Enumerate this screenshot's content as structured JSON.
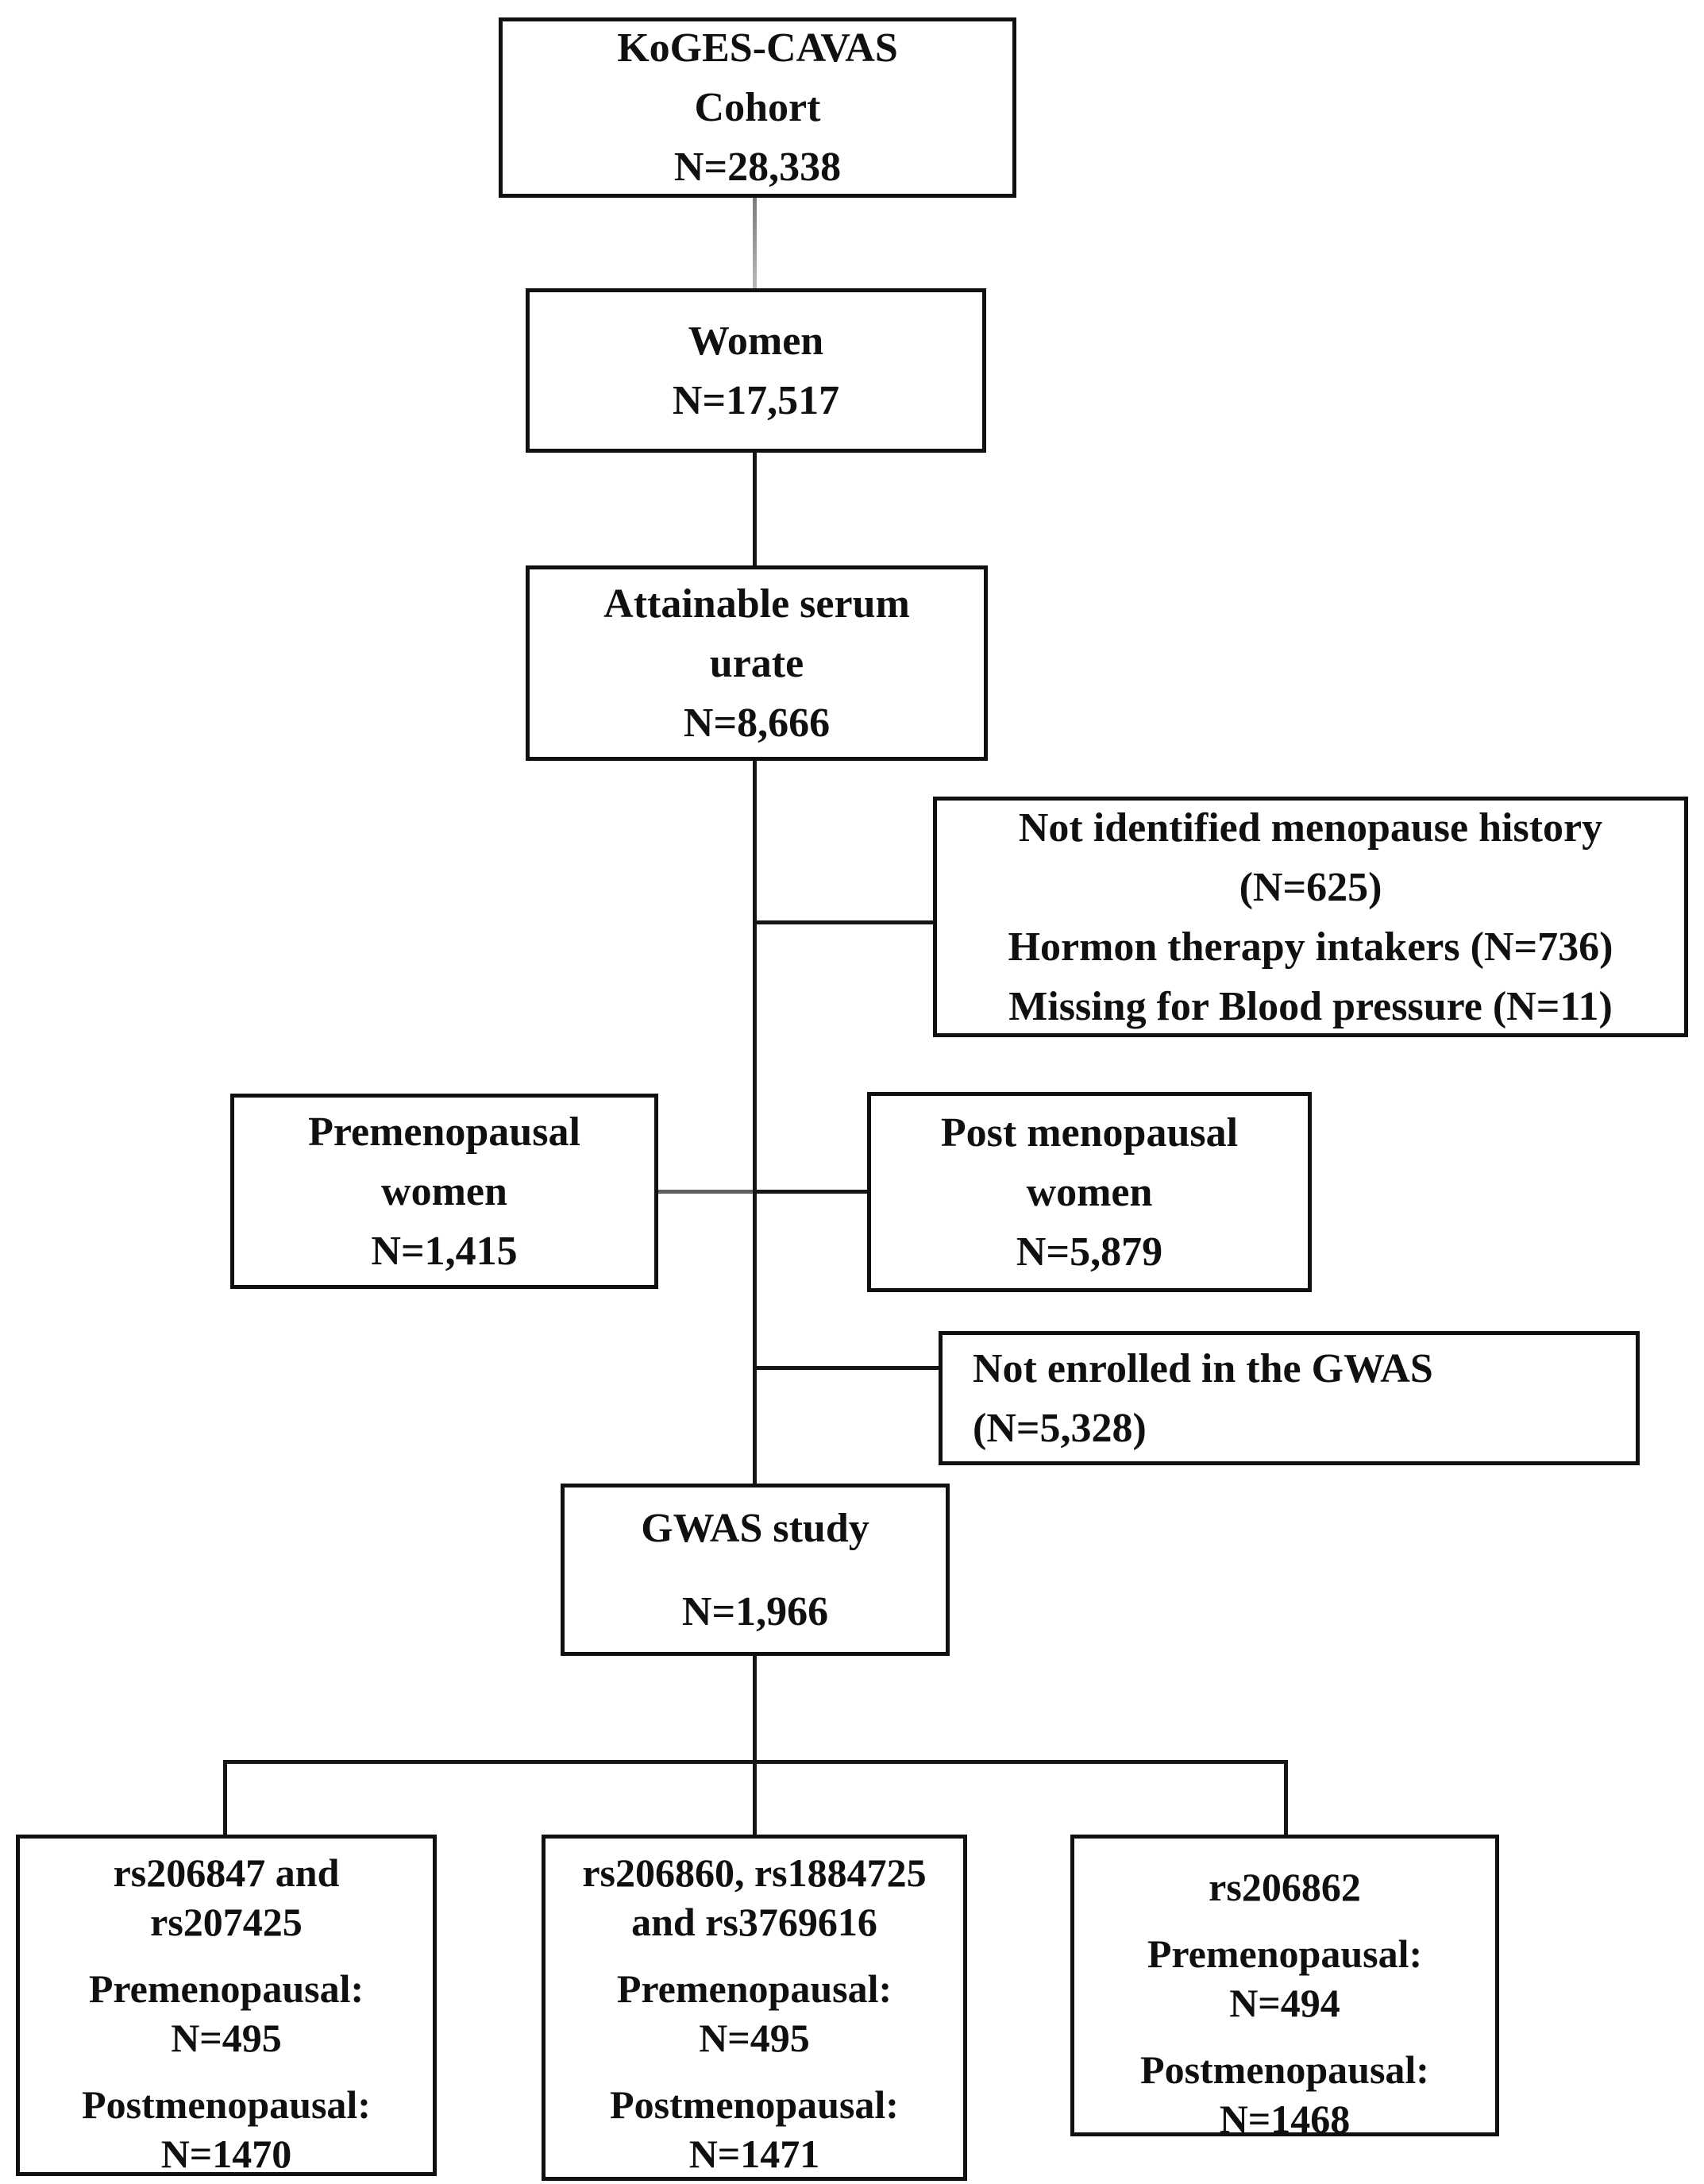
{
  "figure": {
    "type": "study-flowchart",
    "background": "#ffffff",
    "box_border_color": "#101010",
    "text_color": "#101010",
    "connector_color": "#161616",
    "gray_connector_color": "#8c8c8c"
  },
  "boxes": {
    "cohort": {
      "text": "KoGES-CAVAS\nCohort\nN=28,338"
    },
    "women": {
      "text": "Women\nN=17,517"
    },
    "serum_urate": {
      "text": "Attainable serum\nurate\nN=8,666"
    },
    "exclusion1": {
      "text": "Not identified menopause history\n(N=625)\nHormon therapy intakers (N=736)\nMissing for Blood pressure (N=11)"
    },
    "premenopausal": {
      "text": "Premenopausal\nwomen\nN=1,415"
    },
    "postmenopausal": {
      "text": "Post menopausal\nwomen\nN=5,879"
    },
    "exclusion2": {
      "text": "Not enrolled in the GWAS\n(N=5,328)"
    },
    "gwas": {
      "title": "GWAS study",
      "n": "N=1,966"
    },
    "snp_group1": {
      "title": "rs206847 and\nrs207425",
      "premenopausal": "Premenopausal:\nN=495",
      "postmenopausal": "Postmenopausal:\nN=1470"
    },
    "snp_group2": {
      "title": "rs206860, rs1884725\nand rs3769616",
      "premenopausal": "Premenopausal:\nN=495",
      "postmenopausal": "Postmenopausal:\nN=1471"
    },
    "snp_group3": {
      "title": "rs206862",
      "premenopausal": "Premenopausal:\nN=494",
      "postmenopausal": "Postmenopausal:\nN=1468"
    }
  }
}
